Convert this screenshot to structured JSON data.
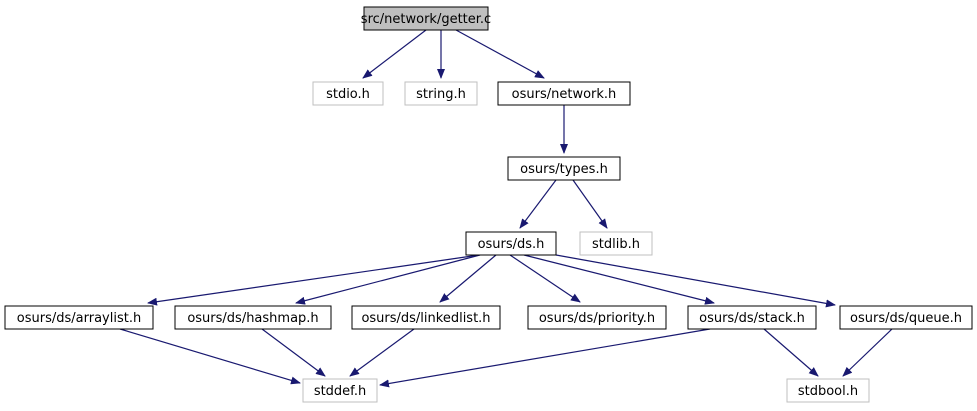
{
  "colors": {
    "edge": "#191970",
    "root_fill": "#bfbfbf",
    "node_border": "#000000",
    "external_border": "#bfbfbf",
    "text": "#000000"
  },
  "nodes": [
    {
      "id": "getter_c",
      "label": "src/network/getter.c",
      "kind": "root"
    },
    {
      "id": "stdio_h",
      "label": "stdio.h",
      "kind": "external"
    },
    {
      "id": "string_h",
      "label": "string.h",
      "kind": "external"
    },
    {
      "id": "network_h",
      "label": "osurs/network.h",
      "kind": "internal"
    },
    {
      "id": "types_h",
      "label": "osurs/types.h",
      "kind": "internal"
    },
    {
      "id": "ds_h",
      "label": "osurs/ds.h",
      "kind": "internal"
    },
    {
      "id": "stdlib_h",
      "label": "stdlib.h",
      "kind": "external"
    },
    {
      "id": "arraylist_h",
      "label": "osurs/ds/arraylist.h",
      "kind": "internal"
    },
    {
      "id": "hashmap_h",
      "label": "osurs/ds/hashmap.h",
      "kind": "internal"
    },
    {
      "id": "linkedlist_h",
      "label": "osurs/ds/linkedlist.h",
      "kind": "internal"
    },
    {
      "id": "priority_h",
      "label": "osurs/ds/priority.h",
      "kind": "internal"
    },
    {
      "id": "stack_h",
      "label": "osurs/ds/stack.h",
      "kind": "internal"
    },
    {
      "id": "queue_h",
      "label": "osurs/ds/queue.h",
      "kind": "internal"
    },
    {
      "id": "stddef_h",
      "label": "stddef.h",
      "kind": "external"
    },
    {
      "id": "stdbool_h",
      "label": "stdbool.h",
      "kind": "external"
    }
  ],
  "edges": [
    {
      "from": "getter_c",
      "to": "stdio_h"
    },
    {
      "from": "getter_c",
      "to": "string_h"
    },
    {
      "from": "getter_c",
      "to": "network_h"
    },
    {
      "from": "network_h",
      "to": "types_h"
    },
    {
      "from": "types_h",
      "to": "ds_h"
    },
    {
      "from": "types_h",
      "to": "stdlib_h"
    },
    {
      "from": "ds_h",
      "to": "arraylist_h"
    },
    {
      "from": "ds_h",
      "to": "hashmap_h"
    },
    {
      "from": "ds_h",
      "to": "linkedlist_h"
    },
    {
      "from": "ds_h",
      "to": "priority_h"
    },
    {
      "from": "ds_h",
      "to": "stack_h"
    },
    {
      "from": "ds_h",
      "to": "queue_h"
    },
    {
      "from": "arraylist_h",
      "to": "stddef_h"
    },
    {
      "from": "hashmap_h",
      "to": "stddef_h"
    },
    {
      "from": "linkedlist_h",
      "to": "stddef_h"
    },
    {
      "from": "stack_h",
      "to": "stddef_h"
    },
    {
      "from": "stack_h",
      "to": "stdbool_h"
    },
    {
      "from": "queue_h",
      "to": "stdbool_h"
    }
  ]
}
